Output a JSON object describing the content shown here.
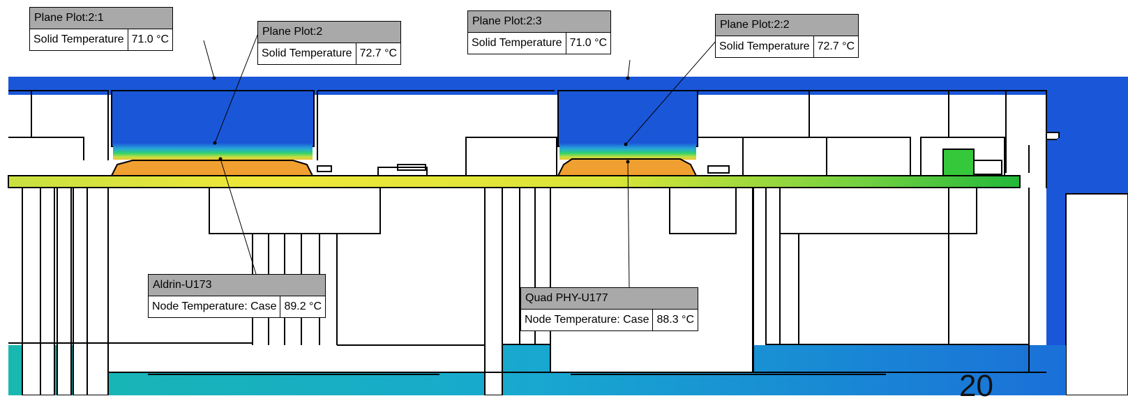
{
  "probes": [
    {
      "title": "Plane Plot:2:1",
      "quantity": "Solid Temperature",
      "value": "71.0 °C"
    },
    {
      "title": "Plane Plot:2",
      "quantity": "Solid Temperature",
      "value": "72.7 °C"
    },
    {
      "title": "Plane Plot:2:3",
      "quantity": "Solid Temperature",
      "value": "71.0 °C"
    },
    {
      "title": "Plane Plot:2:2",
      "quantity": "Solid Temperature",
      "value": "72.7 °C"
    },
    {
      "title": "Aldrin-U173",
      "quantity": "Node Temperature: Case",
      "value": "89.2 °C"
    },
    {
      "title": "Quad PHY-U177",
      "quantity": "Node Temperature: Case",
      "value": "88.3 °C"
    }
  ],
  "page_number": "20",
  "colors": {
    "cold_blue": "#1a56d8",
    "pcb_yellow": "#e8e838",
    "pcb_green": "#2dba3a",
    "chip_orange": "#f0a030",
    "cyan": "#18b0c8",
    "label_header": "#a9a9a9"
  }
}
